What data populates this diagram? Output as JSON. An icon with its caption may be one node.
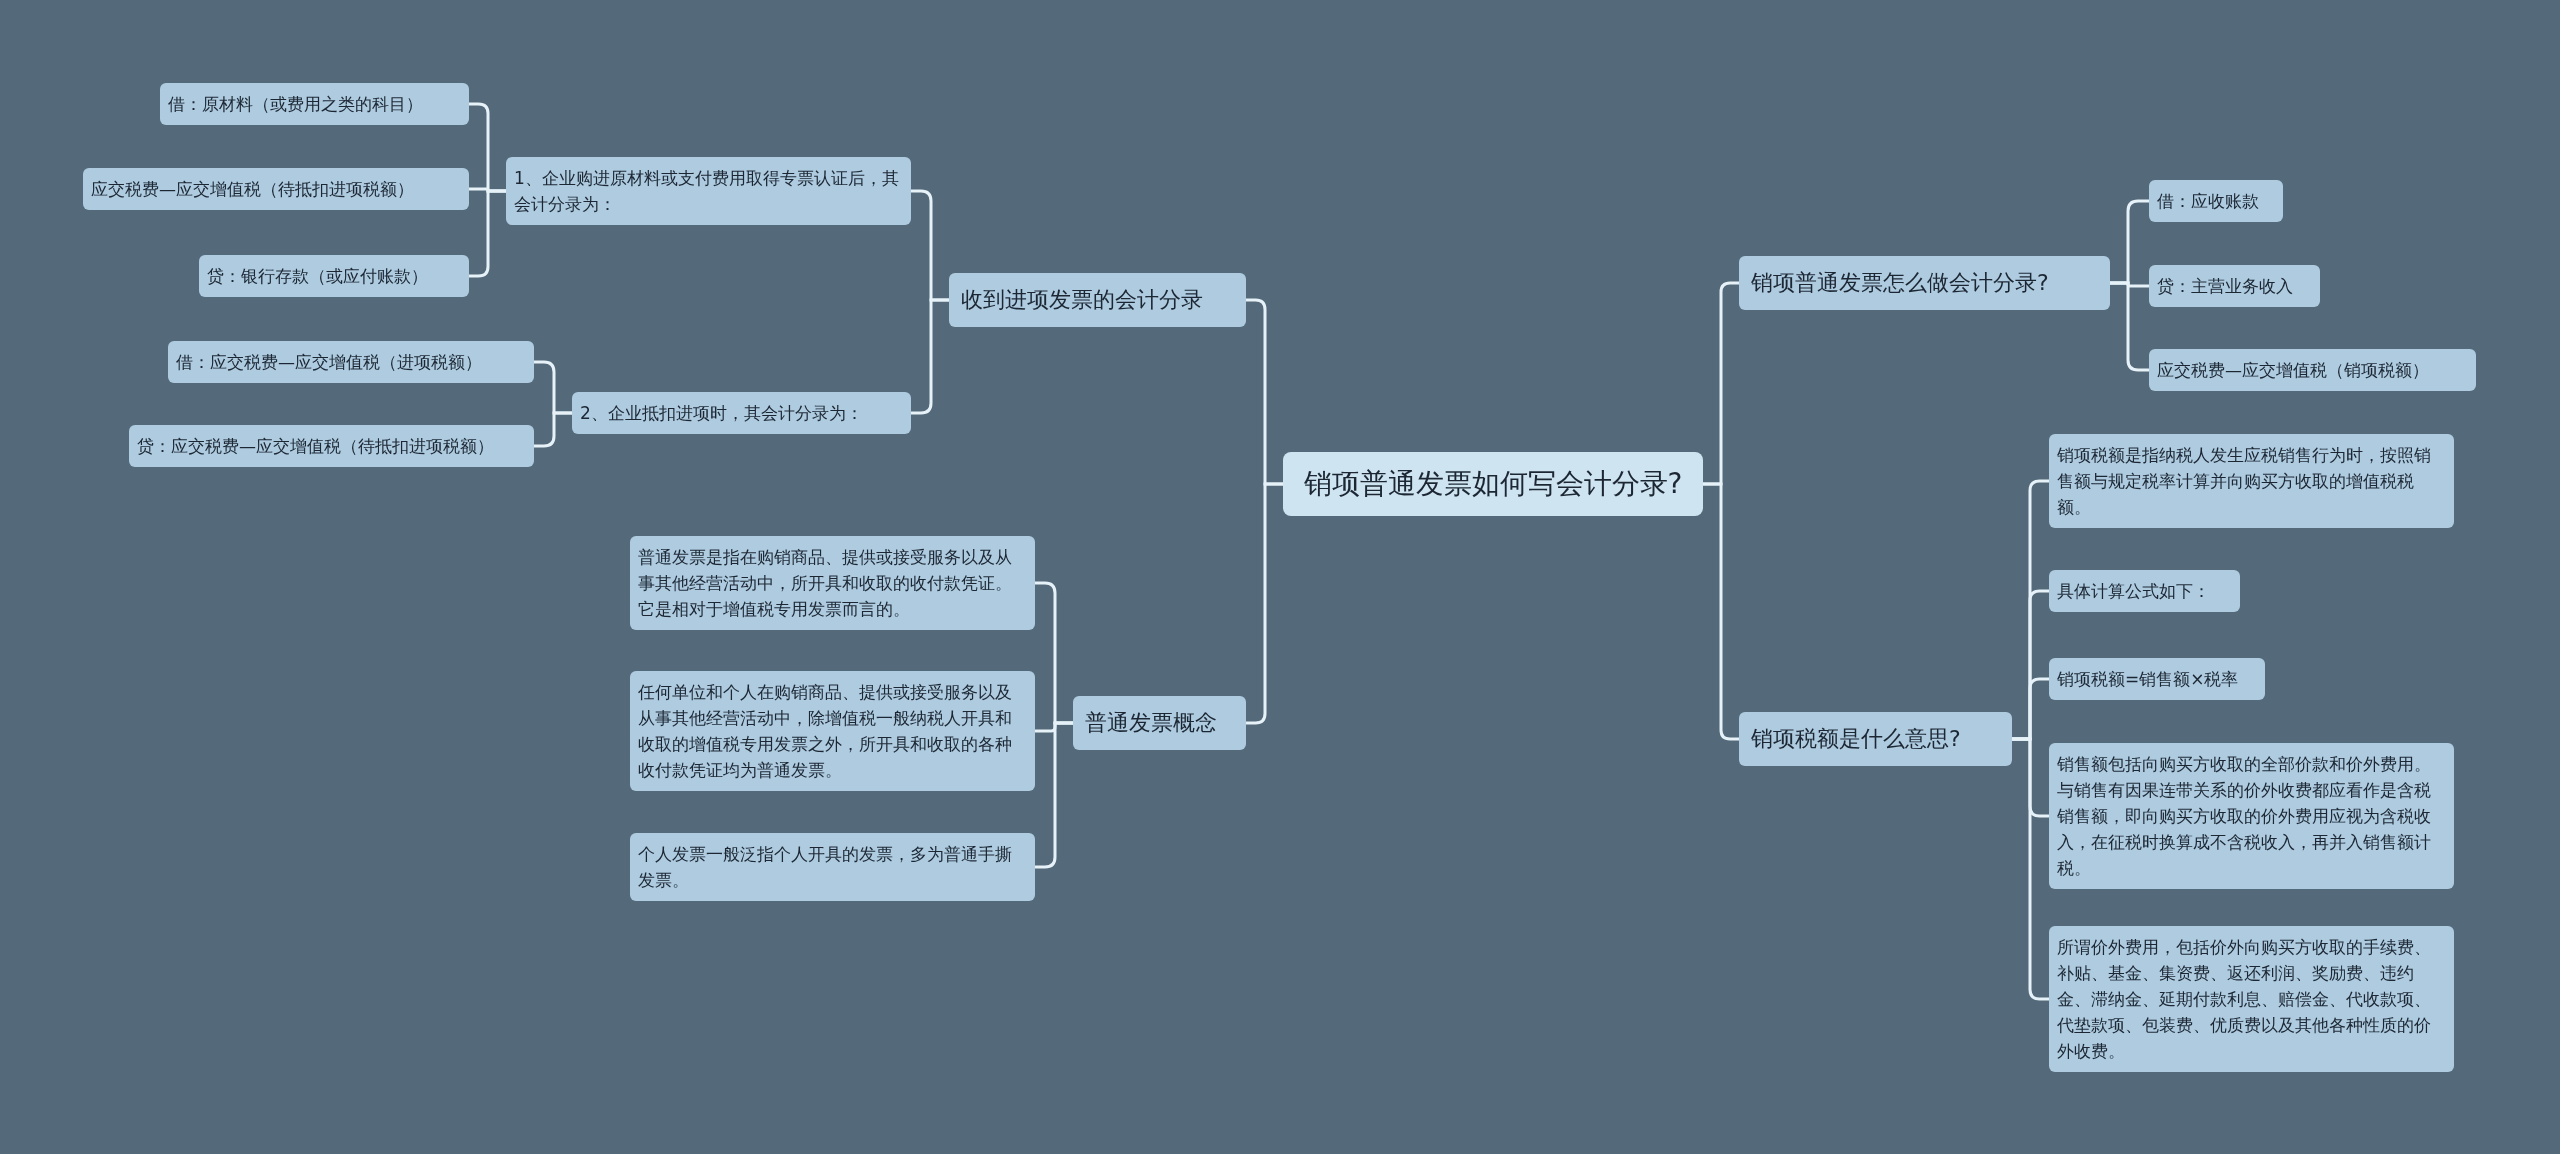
{
  "diagram": {
    "nodes": [
      {
        "text": [
          "销项普通发票如何写会计分录?"
        ]
      },
      {
        "text": [
          "收到进项发票的会计分录"
        ]
      },
      {
        "text": [
          "1、企业购进原材料或支付费用取得专票认证后，其会计分录为："
        ]
      },
      {
        "text": [
          "借：原材料（或费用之类的科目）"
        ]
      },
      {
        "text": [
          "应交税费—应交增值税（待抵扣进项税额）"
        ]
      },
      {
        "text": [
          "贷：银行存款（或应付账款）"
        ]
      },
      {
        "text": [
          "2、企业抵扣进项时，其会计分录为："
        ]
      },
      {
        "text": [
          "借：应交税费—应交增值税（进项税额）"
        ]
      },
      {
        "text": [
          "贷：应交税费—应交增值税（待抵扣进项税额）"
        ]
      },
      {
        "text": [
          "普通发票概念"
        ]
      },
      {
        "text": [
          "普通发票是指在购销商品、提供或接受服务以及从事其他经营活动中，所开具和收取的收付款凭证。它是相对于增值税专用发票而言的。"
        ]
      },
      {
        "text": [
          "任何单位和个人在购销商品、提供或接受服务以及从事其他经营活动中，除增值税一般纳税人开具和收取的增值税专用发票之外，所开具和收取的各种收付款凭证均为普通发票。"
        ]
      },
      {
        "text": [
          "个人发票一般泛指个人开具的发票，多为普通手撕发票。"
        ]
      },
      {
        "text": [
          "销项普通发票怎么做会计分录?"
        ]
      },
      {
        "text": [
          "借：应收账款"
        ]
      },
      {
        "text": [
          "贷：主营业务收入"
        ]
      },
      {
        "text": [
          "应交税费—应交增值税（销项税额）"
        ]
      },
      {
        "text": [
          "销项税额是什么意思?"
        ]
      },
      {
        "text": [
          "销项税额是指纳税人发生应税销售行为时，按照销售额与规定税率计算并向购买方收取的增值税税额。"
        ]
      },
      {
        "text": [
          "具体计算公式如下："
        ]
      },
      {
        "text": [
          "销项税额=销售额×税率"
        ]
      },
      {
        "text": [
          "销售额包括向购买方收取的全部价款和价外费用。与销售有因果连带关系的价外收费都应看作是含税销售额，即向购买方收取的价外费用应视为含税收入，在征税时换算成不含税收入，再并入销售额计税。"
        ]
      },
      {
        "text": [
          "所谓价外费用，包括价外向购买方收取的手续费、补贴、基金、集资费、返还利润、奖励费、违约金、滞纳金、延期付款利息、赔偿金、代收款项、代垫款项、包装费、优质费以及其他各种性质的价外收费。"
        ]
      }
    ],
    "edges": [
      {
        "from": 0,
        "to": 1,
        "arrow": "none"
      },
      {
        "from": 0,
        "to": 9,
        "arrow": "none"
      },
      {
        "from": 0,
        "to": 13,
        "arrow": "none"
      },
      {
        "from": 0,
        "to": 17,
        "arrow": "none"
      },
      {
        "from": 1,
        "to": 2,
        "arrow": "none"
      },
      {
        "from": 1,
        "to": 6,
        "arrow": "none"
      },
      {
        "from": 2,
        "to": 3,
        "arrow": "none"
      },
      {
        "from": 2,
        "to": 4,
        "arrow": "none"
      },
      {
        "from": 2,
        "to": 5,
        "arrow": "none"
      },
      {
        "from": 6,
        "to": 7,
        "arrow": "none"
      },
      {
        "from": 6,
        "to": 8,
        "arrow": "none"
      },
      {
        "from": 9,
        "to": 10,
        "arrow": "none"
      },
      {
        "from": 9,
        "to": 11,
        "arrow": "none"
      },
      {
        "from": 9,
        "to": 12,
        "arrow": "none"
      },
      {
        "from": 13,
        "to": 14,
        "arrow": "none"
      },
      {
        "from": 13,
        "to": 15,
        "arrow": "none"
      },
      {
        "from": 13,
        "to": 16,
        "arrow": "none"
      },
      {
        "from": 17,
        "to": 18,
        "arrow": "none"
      },
      {
        "from": 17,
        "to": 19,
        "arrow": "none"
      },
      {
        "from": 17,
        "to": 20,
        "arrow": "none"
      },
      {
        "from": 17,
        "to": 21,
        "arrow": "none"
      },
      {
        "from": 17,
        "to": 22,
        "arrow": "none"
      }
    ]
  }
}
